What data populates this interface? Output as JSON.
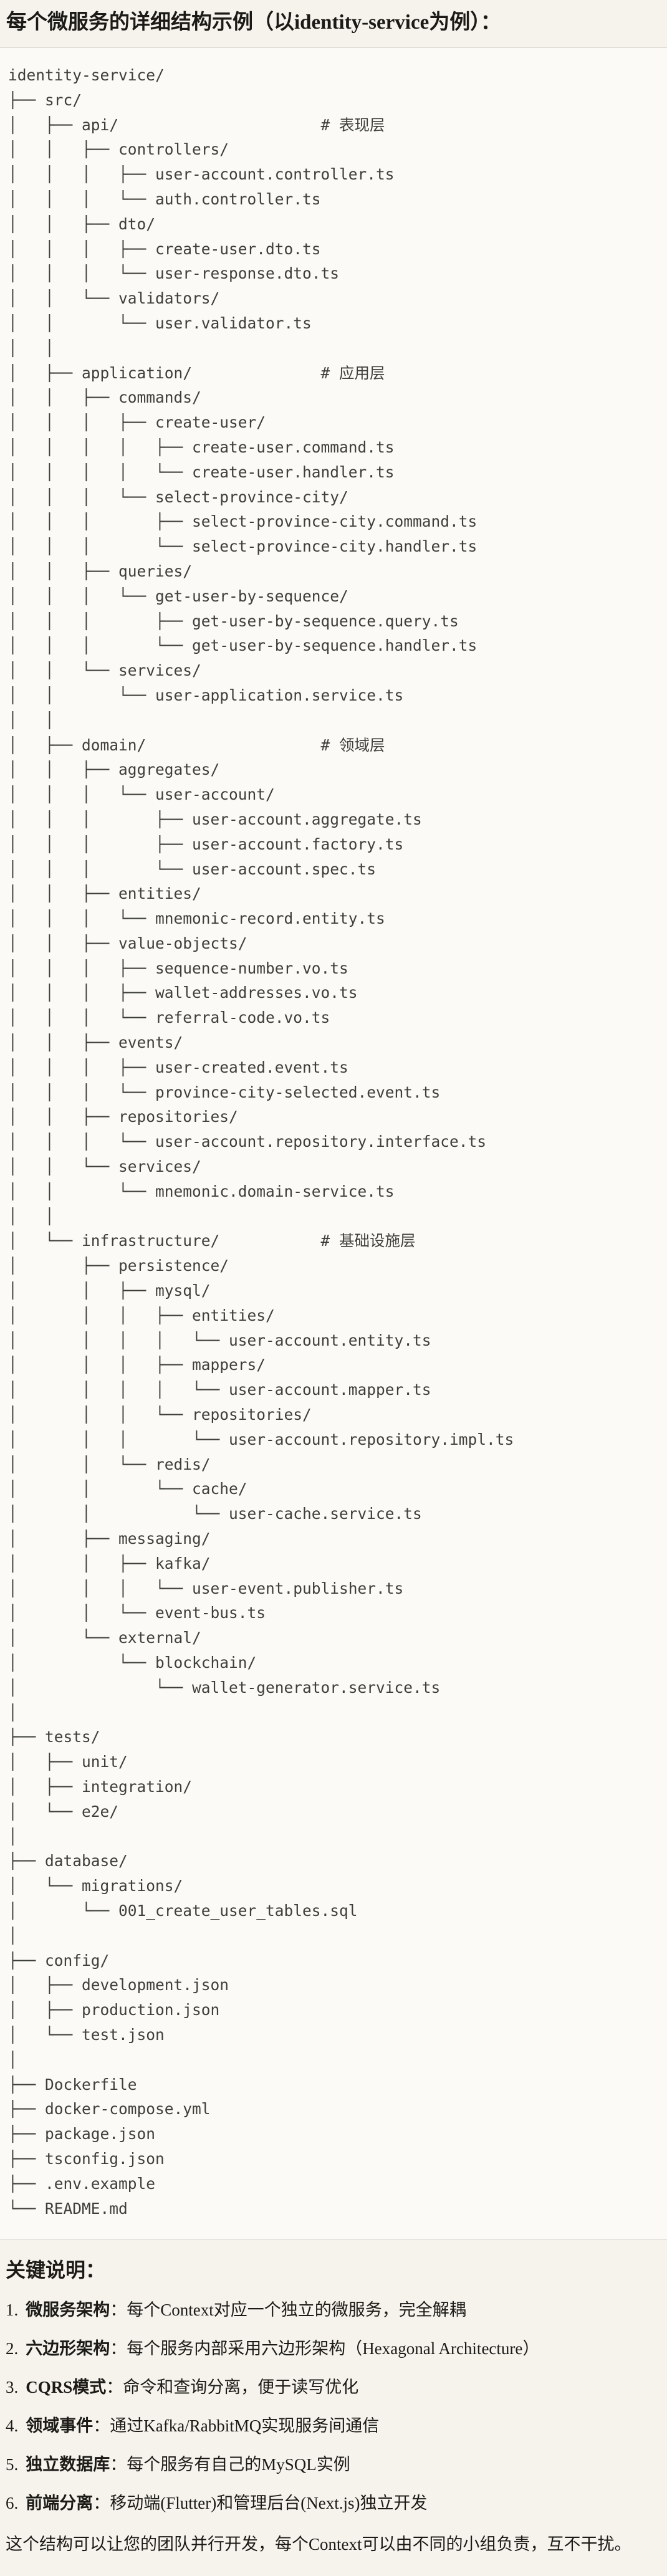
{
  "title": "每个微服务的详细结构示例（以identity-service为例）：",
  "colors": {
    "page_bg": "#f5f3ec",
    "code_bg": "#fbfaf6",
    "border": "#d9d7d0",
    "code_text": "#3f3f3a",
    "text": "#1b1a16"
  },
  "tree_lines": [
    "identity-service/",
    "├── src/",
    "│   ├── api/                      # 表现层",
    "│   │   ├── controllers/",
    "│   │   │   ├── user-account.controller.ts",
    "│   │   │   └── auth.controller.ts",
    "│   │   ├── dto/",
    "│   │   │   ├── create-user.dto.ts",
    "│   │   │   └── user-response.dto.ts",
    "│   │   └── validators/",
    "│   │       └── user.validator.ts",
    "│   │",
    "│   ├── application/              # 应用层",
    "│   │   ├── commands/",
    "│   │   │   ├── create-user/",
    "│   │   │   │   ├── create-user.command.ts",
    "│   │   │   │   └── create-user.handler.ts",
    "│   │   │   └── select-province-city/",
    "│   │   │       ├── select-province-city.command.ts",
    "│   │   │       └── select-province-city.handler.ts",
    "│   │   ├── queries/",
    "│   │   │   └── get-user-by-sequence/",
    "│   │   │       ├── get-user-by-sequence.query.ts",
    "│   │   │       └── get-user-by-sequence.handler.ts",
    "│   │   └── services/",
    "│   │       └── user-application.service.ts",
    "│   │",
    "│   ├── domain/                   # 领域层",
    "│   │   ├── aggregates/",
    "│   │   │   └── user-account/",
    "│   │   │       ├── user-account.aggregate.ts",
    "│   │   │       ├── user-account.factory.ts",
    "│   │   │       └── user-account.spec.ts",
    "│   │   ├── entities/",
    "│   │   │   └── mnemonic-record.entity.ts",
    "│   │   ├── value-objects/",
    "│   │   │   ├── sequence-number.vo.ts",
    "│   │   │   ├── wallet-addresses.vo.ts",
    "│   │   │   └── referral-code.vo.ts",
    "│   │   ├── events/",
    "│   │   │   ├── user-created.event.ts",
    "│   │   │   └── province-city-selected.event.ts",
    "│   │   ├── repositories/",
    "│   │   │   └── user-account.repository.interface.ts",
    "│   │   └── services/",
    "│   │       └── mnemonic.domain-service.ts",
    "│   │",
    "│   └── infrastructure/           # 基础设施层",
    "│       ├── persistence/",
    "│       │   ├── mysql/",
    "│       │   │   ├── entities/",
    "│       │   │   │   └── user-account.entity.ts",
    "│       │   │   ├── mappers/",
    "│       │   │   │   └── user-account.mapper.ts",
    "│       │   │   └── repositories/",
    "│       │   │       └── user-account.repository.impl.ts",
    "│       │   └── redis/",
    "│       │       └── cache/",
    "│       │           └── user-cache.service.ts",
    "│       ├── messaging/",
    "│       │   ├── kafka/",
    "│       │   │   └── user-event.publisher.ts",
    "│       │   └── event-bus.ts",
    "│       └── external/",
    "│           └── blockchain/",
    "│               └── wallet-generator.service.ts",
    "│",
    "├── tests/",
    "│   ├── unit/",
    "│   ├── integration/",
    "│   └── e2e/",
    "│",
    "├── database/",
    "│   └── migrations/",
    "│       └── 001_create_user_tables.sql",
    "│",
    "├── config/",
    "│   ├── development.json",
    "│   ├── production.json",
    "│   └── test.json",
    "│",
    "├── Dockerfile",
    "├── docker-compose.yml",
    "├── package.json",
    "├── tsconfig.json",
    "├── .env.example",
    "└── README.md"
  ],
  "notes": {
    "heading": "关键说明：",
    "items": [
      {
        "num": "1.",
        "term": "微服务架构",
        "desc": "：每个Context对应一个独立的微服务，完全解耦"
      },
      {
        "num": "2.",
        "term": "六边形架构",
        "desc": "：每个服务内部采用六边形架构（Hexagonal Architecture）"
      },
      {
        "num": "3.",
        "term": "CQRS模式",
        "desc": "：命令和查询分离，便于读写优化"
      },
      {
        "num": "4.",
        "term": "领域事件",
        "desc": "：通过Kafka/RabbitMQ实现服务间通信"
      },
      {
        "num": "5.",
        "term": "独立数据库",
        "desc": "：每个服务有自己的MySQL实例"
      },
      {
        "num": "6.",
        "term": "前端分离",
        "desc": "：移动端(Flutter)和管理后台(Next.js)独立开发"
      }
    ],
    "footer": "这个结构可以让您的团队并行开发，每个Context可以由不同的小组负责，互不干扰。"
  }
}
